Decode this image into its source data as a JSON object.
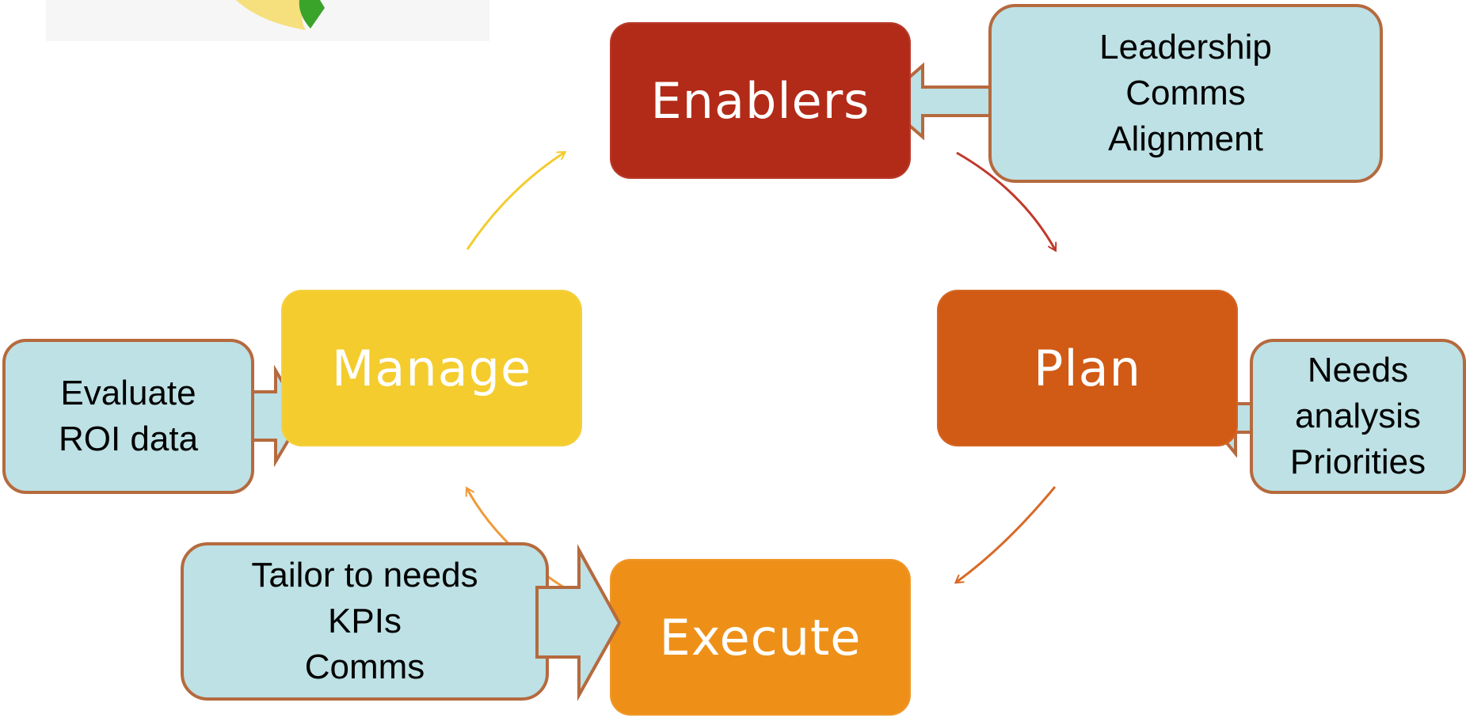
{
  "colors": {
    "enablers": "#b22b18",
    "plan": "#d15a14",
    "execute": "#ee9018",
    "manage": "#f4cc2e",
    "note_fill": "#bde1e5",
    "note_border": "#b56a3e"
  },
  "stages": {
    "enablers": "Enablers",
    "plan": "Plan",
    "execute": "Execute",
    "manage": "Manage"
  },
  "notes": {
    "enablers": [
      "Leadership",
      "Comms",
      "Alignment"
    ],
    "plan": [
      "Needs",
      "analysis",
      "Priorities"
    ],
    "execute": [
      "Tailor to needs",
      "KPIs",
      "Comms"
    ],
    "manage": [
      "Evaluate",
      "ROI data"
    ]
  }
}
